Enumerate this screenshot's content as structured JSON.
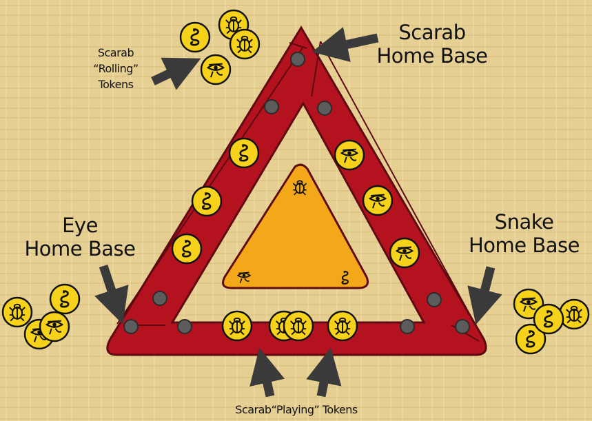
{
  "labels": {
    "scarab_rolling": [
      "Scarab",
      "“Rolling”",
      "Tokens"
    ],
    "scarab_home": [
      "Scarab",
      "Home Base"
    ],
    "eye_home": [
      "Eye",
      "Home Base"
    ],
    "snake_home": [
      "Snake",
      "Home Base"
    ],
    "scarab_playing": "Scarab“Playing” Tokens"
  },
  "colors": {
    "background": "#e6cf92",
    "board_red": "#b3121e",
    "board_dark": "#5e0a10",
    "center_triangle": "#f2a818",
    "token_yellow": "#f7d21a",
    "hole": "#5c5c5c",
    "arrow": "#3a3a3a"
  },
  "tokens": {
    "rolling_scarab": [
      "snake-icon",
      "scarab-icon",
      "scarab-icon",
      "eye-icon"
    ],
    "on_board_left": [
      "snake-icon",
      "snake-icon",
      "snake-icon"
    ],
    "on_board_right": [
      "eye-icon",
      "eye-icon",
      "eye-icon"
    ],
    "on_board_bottom": [
      "scarab-icon",
      "scarab-icon",
      "scarab-icon",
      "scarab-icon"
    ],
    "eye_pile": [
      "scarab-icon",
      "snake-icon",
      "eye-icon",
      "eye-icon"
    ],
    "snake_pile": [
      "eye-icon",
      "scarab-icon",
      "snake-icon",
      "snake-icon"
    ]
  }
}
